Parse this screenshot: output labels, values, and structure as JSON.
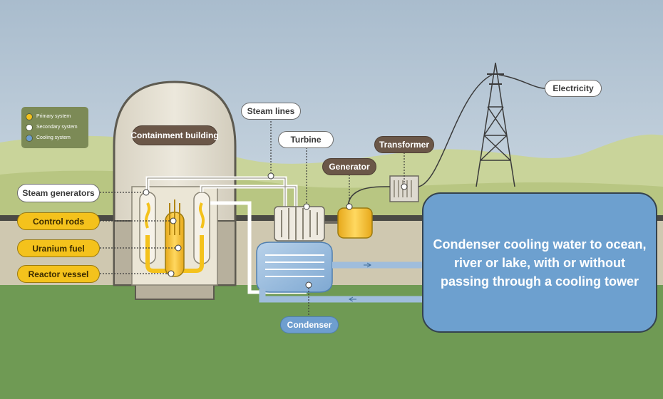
{
  "legend": {
    "items": [
      {
        "label": "Primary system",
        "color": "#f4c21c"
      },
      {
        "label": "Secondary system",
        "color": "#ffffff"
      },
      {
        "label": "Cooling system",
        "color": "#6e9ecf"
      }
    ]
  },
  "labels": {
    "containment_building": "Containment building",
    "steam_lines": "Steam lines",
    "turbine": "Turbine",
    "transformer": "Transformer",
    "generator": "Generator",
    "electricity": "Electricity",
    "steam_generators": "Steam generators",
    "control_rods": "Control rods",
    "uranium_fuel": "Uranium fuel",
    "reactor_vessel": "Reactor vessel",
    "condenser": "Condenser"
  },
  "condenser_panel": {
    "text": "Condenser cooling water to ocean, river or lake, with or without passing through a cooling tower"
  },
  "colors": {
    "primary": "#f4c21c",
    "secondary": "#ffffff",
    "cooling": "#6e9ecf",
    "brown_label": "#6b5748",
    "ground": "#6f9a54",
    "sky": "#c7d6e3"
  }
}
